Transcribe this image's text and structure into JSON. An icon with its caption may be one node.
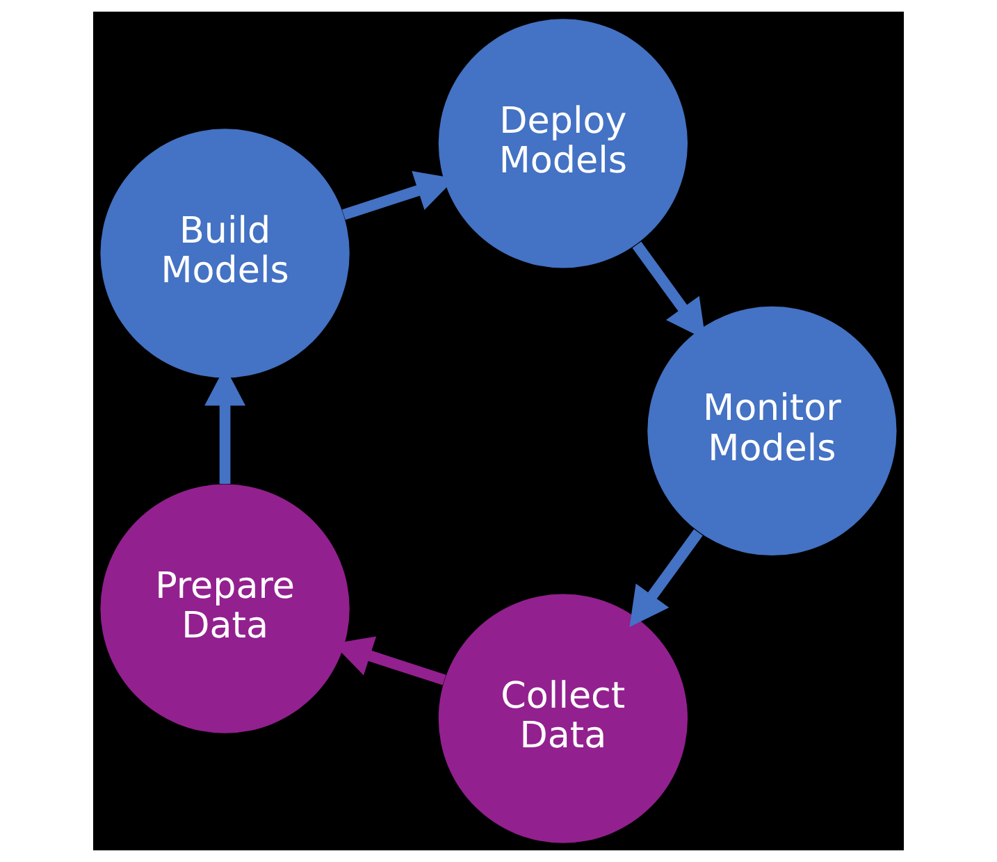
{
  "diagram": {
    "nodes": [
      {
        "text": [
          "Collect Data"
        ]
      },
      {
        "text": [
          "Prepare Data"
        ]
      },
      {
        "text": [
          "Build Models"
        ]
      },
      {
        "text": [
          "Deploy Models"
        ]
      },
      {
        "text": [
          "Monitor Models"
        ]
      }
    ],
    "edges": [
      {
        "from": 0,
        "to": 1,
        "arrow": "to",
        "color": "#93208f"
      },
      {
        "from": 1,
        "to": 2,
        "arrow": "to"
      },
      {
        "from": 2,
        "to": 3,
        "arrow": "to"
      },
      {
        "from": 3,
        "to": 4,
        "arrow": "to"
      },
      {
        "from": 4,
        "to": 0,
        "arrow": "to"
      }
    ]
  }
}
